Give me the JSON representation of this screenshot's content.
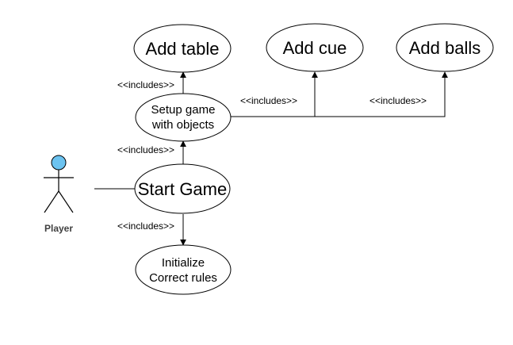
{
  "diagram": {
    "actor": {
      "label": "Player",
      "head_color": "#6CC3F0"
    },
    "use_cases": {
      "add_table": "Add table",
      "add_cue": "Add cue",
      "add_balls": "Add balls",
      "setup_line1": "Setup game",
      "setup_line2": "with objects",
      "start_game": "Start Game",
      "init_line1": "Initialize",
      "init_line2": "Correct rules"
    },
    "relationships": {
      "setup_to_table": "<<includes>>",
      "setup_to_cue": "<<includes>>",
      "setup_to_balls": "<<includes>>",
      "start_to_setup": "<<includes>>",
      "start_to_init": "<<includes>>"
    }
  }
}
